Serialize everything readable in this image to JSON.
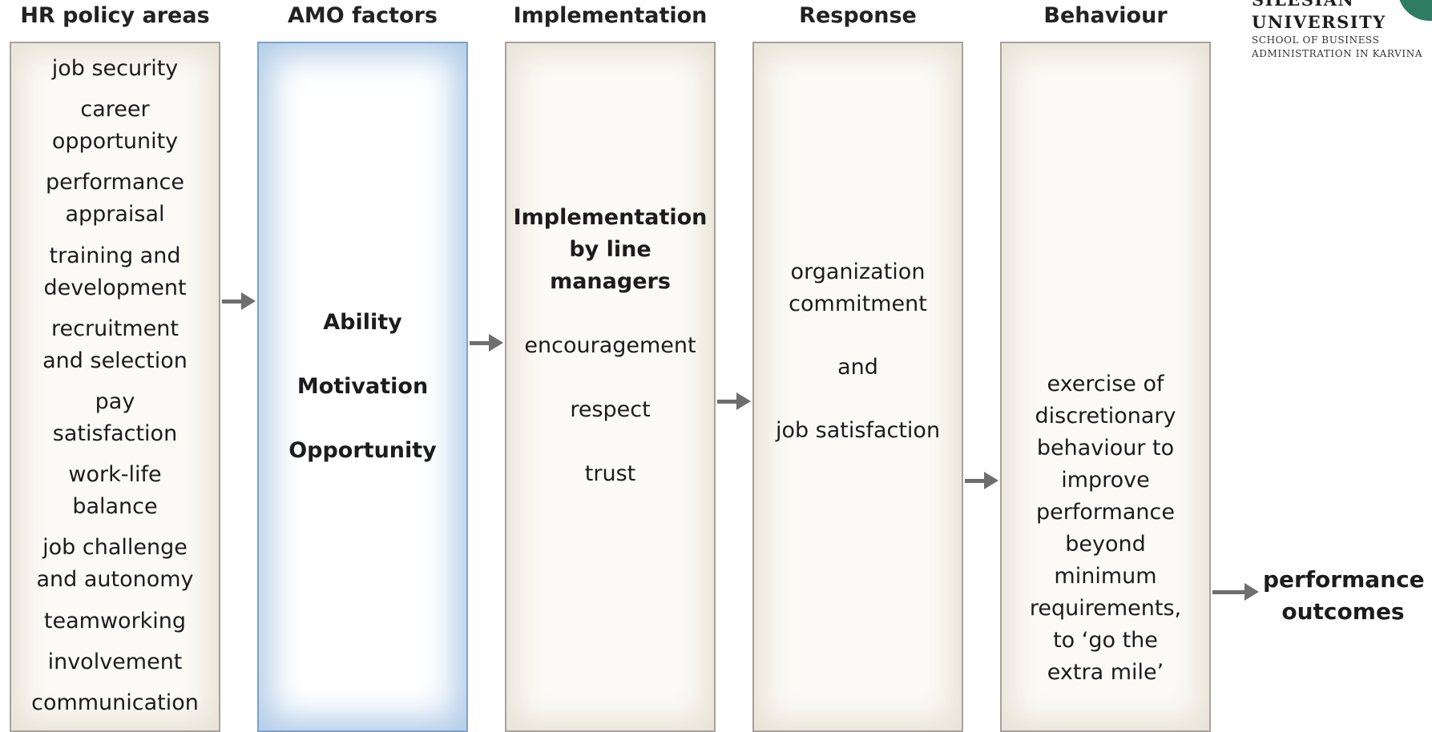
{
  "headers": {
    "hr": "HR policy areas",
    "amo": "AMO factors",
    "implementation": "Implementation",
    "response": "Response",
    "behaviour": "Behaviour"
  },
  "hr_policy_areas": [
    [
      "job security"
    ],
    [
      "career",
      "opportunity"
    ],
    [
      "performance",
      "appraisal"
    ],
    [
      "training and",
      "development"
    ],
    [
      "recruitment",
      "and selection"
    ],
    [
      "pay",
      "satisfaction"
    ],
    [
      "work-life",
      "balance"
    ],
    [
      "job challenge",
      "and autonomy"
    ],
    [
      "teamworking"
    ],
    [
      "involvement"
    ],
    [
      "communication"
    ]
  ],
  "amo_factors": [
    "Ability",
    "Motivation",
    "Opportunity"
  ],
  "implementation": {
    "title_lines": [
      "Implementation",
      "by line",
      "managers"
    ],
    "items": [
      "encouragement",
      "respect",
      "trust"
    ]
  },
  "response": {
    "line1": "organization",
    "line2": "commitment",
    "connector": "and",
    "line3": "job satisfaction"
  },
  "behaviour": {
    "lines": [
      "exercise of",
      "discretionary",
      "behaviour to",
      "improve",
      "performance",
      "beyond",
      "minimum",
      "requirements,",
      "to ‘go the",
      "extra mile’"
    ]
  },
  "outcome": [
    "performance",
    "outcomes"
  ],
  "logo": {
    "line1": "SILESIAN",
    "line2": "UNIVERSITY",
    "line3": "SCHOOL OF BUSINESS",
    "line4": "ADMINISTRATION IN KARVINA"
  },
  "colors": {
    "box_border": "#a7a29a",
    "box_glow": "#e8e2d6",
    "amo_glow": "#b3cde8",
    "arrow": "#6e6e6e"
  }
}
